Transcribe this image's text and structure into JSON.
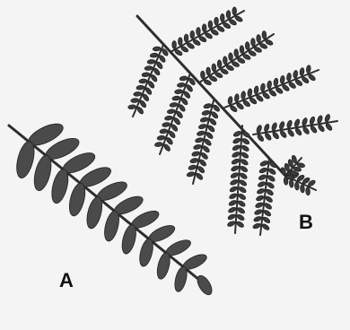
{
  "figure": {
    "labels": {
      "a": "A",
      "b": "B"
    },
    "leaf_a": {
      "type": "simple pinnate",
      "leaflet_pairs": 10
    },
    "leaf_b": {
      "type": "bipinnate",
      "pinnae_count": 9
    },
    "colors": {
      "background": "#f4f4f4",
      "leaflet": "#4a4a4a",
      "rachis": "#2e2e2e"
    }
  }
}
